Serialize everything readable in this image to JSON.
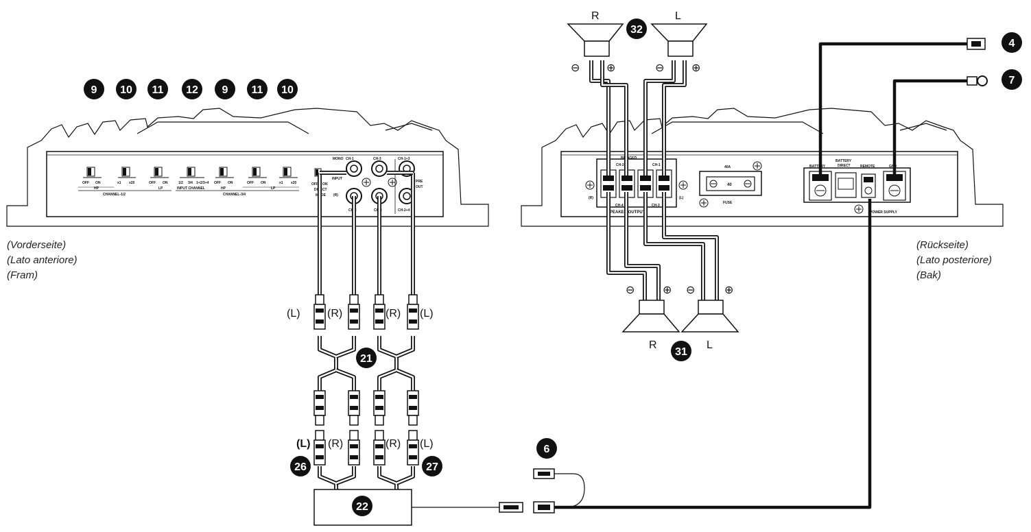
{
  "captions": {
    "front": [
      "(Vorderseite)",
      "(Lato anteriore)",
      "(Fram)"
    ],
    "rear": [
      "(Rückseite)",
      "(Lato posteriore)",
      "(Bak)"
    ]
  },
  "badges": {
    "b9a": "9",
    "b10a": "10",
    "b11a": "11",
    "b12": "12",
    "b9b": "9",
    "b11b": "11",
    "b10b": "10",
    "b32": "32",
    "b4": "4",
    "b7": "7",
    "b21": "21",
    "b31": "31",
    "b6": "6",
    "b26": "26",
    "b27": "27",
    "b22": "22"
  },
  "front_panel": {
    "switches": [
      {
        "l": "OFF",
        "r": "ON"
      },
      {
        "l": "x1",
        "r": "x20"
      },
      {
        "l": "OFF",
        "r": "ON"
      },
      {
        "l": "1/2",
        "m": "3/4",
        "r": "1+2/3+4"
      },
      {
        "l": "OFF",
        "r": "ON"
      },
      {
        "l": "OFF",
        "r": "ON"
      },
      {
        "l": "x1",
        "r": "x20"
      }
    ],
    "hp1": "HP",
    "lp1": "LP",
    "channel12": "CHANNEL-1/2",
    "input_channel": "INPUT CHANNEL",
    "hp2": "HP",
    "lp2": "LP",
    "channel34": "CHANNEL-3/4",
    "mono": "MONO",
    "ch1": "CH-1",
    "ch3": "CH-3",
    "ch13": "CH-1+3",
    "input": "INPUT",
    "r_mark": "(R)",
    "pre_out": "PRE",
    "out": "OUT",
    "direct_off": "OFF",
    "direct_on": "ON",
    "direct": "DIRECT",
    "mode": "MODE",
    "ch2": "CH-2",
    "ch4": "CH-4",
    "ch24": "CH-2+4"
  },
  "rear_panel": {
    "bridged": "BRIDGED",
    "ch2": "CH-2",
    "ch1": "CH-1",
    "ch4": "CH-4",
    "ch3": "CH-3",
    "speaker_output": "SPEAKER OUTPUT",
    "r": "(R)",
    "l": "(L)",
    "fuse_rating": "40A",
    "fuse_value": "40",
    "fuse": "FUSE",
    "battery": "BATTERY",
    "battery_direct1": "BATTERY",
    "battery_direct2": "DIRECT",
    "remote": "REMOTE",
    "gnd": "GND",
    "power_supply": "POWER SUPPLY"
  },
  "speaker_labels": {
    "top_r": "R",
    "top_l": "L",
    "bot_r": "R",
    "bot_l": "L",
    "minus": "⊖",
    "plus": "⊕"
  },
  "rca_labels": {
    "top": [
      "(L)",
      "(R)",
      "(R)",
      "(L)"
    ],
    "bottom": [
      "(L)",
      "(R)",
      "(R)",
      "(L)"
    ]
  }
}
